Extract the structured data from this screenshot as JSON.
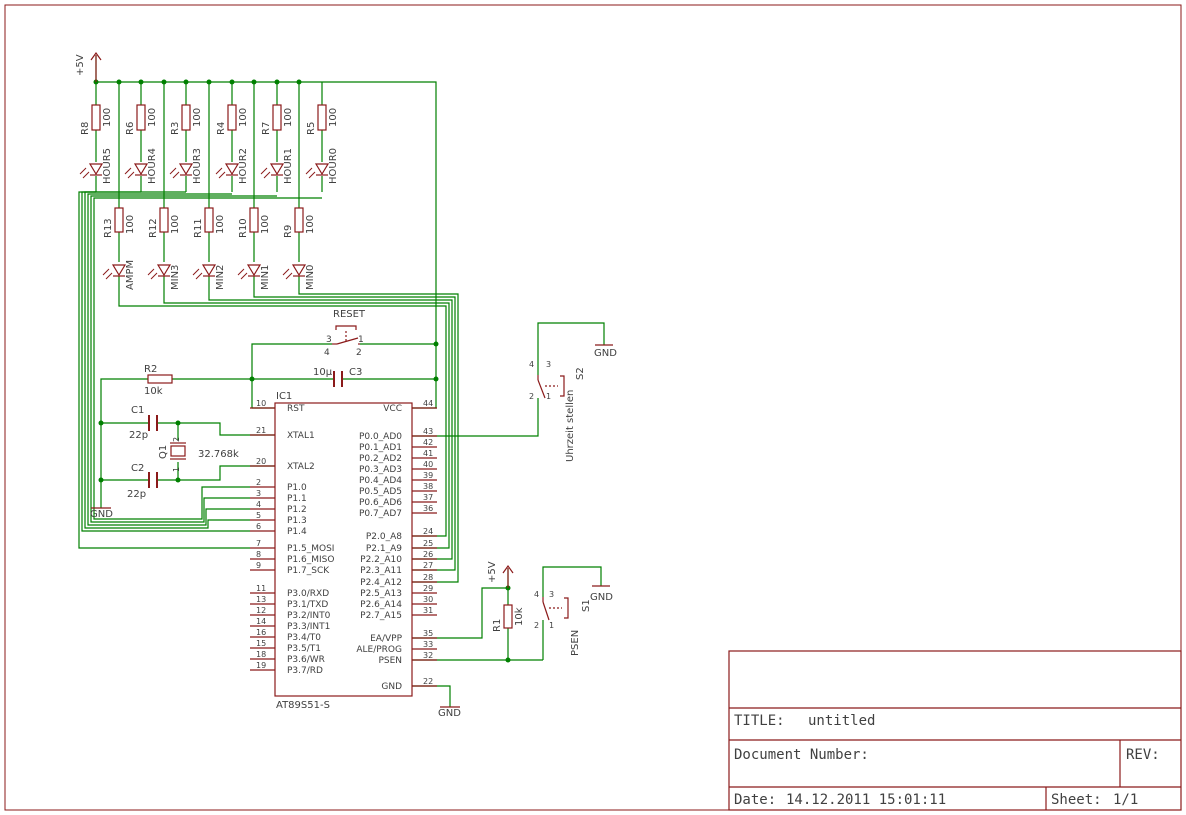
{
  "colors": {
    "frame": "#8b1a1a",
    "wire": "#008000",
    "text": "#404040",
    "junction": "#008000"
  },
  "power": {
    "vcc_label": "+5V",
    "gnd_label": "GND"
  },
  "hour_resistors": [
    {
      "name": "R8",
      "value": "100",
      "led": "HOUR5"
    },
    {
      "name": "R6",
      "value": "100",
      "led": "HOUR4"
    },
    {
      "name": "R3",
      "value": "100",
      "led": "HOUR3"
    },
    {
      "name": "R4",
      "value": "100",
      "led": "HOUR2"
    },
    {
      "name": "R7",
      "value": "100",
      "led": "HOUR1"
    },
    {
      "name": "R5",
      "value": "100",
      "led": "HOUR0"
    }
  ],
  "min_resistors": [
    {
      "name": "R13",
      "value": "100",
      "led": "AMPM"
    },
    {
      "name": "R12",
      "value": "100",
      "led": "MIN3"
    },
    {
      "name": "R11",
      "value": "100",
      "led": "MIN2"
    },
    {
      "name": "R10",
      "value": "100",
      "led": "MIN1"
    },
    {
      "name": "R9",
      "value": "100",
      "led": "MIN0"
    }
  ],
  "reset": {
    "label": "RESET",
    "pins": [
      "3",
      "4",
      "1",
      "2"
    ]
  },
  "c3": {
    "name": "C3",
    "value": "10µ"
  },
  "r2": {
    "name": "R2",
    "value": "10k"
  },
  "c1": {
    "name": "C1",
    "value": "22p"
  },
  "c2": {
    "name": "C2",
    "value": "22p"
  },
  "crystal": {
    "name": "Q1",
    "value": "32.768k",
    "pin1": "1",
    "pin2": "2"
  },
  "ic": {
    "name": "IC1",
    "part": "AT89S51-S",
    "left_pins": [
      {
        "num": "10",
        "label": "RST"
      },
      {
        "num": "21",
        "label": "XTAL1"
      },
      {
        "num": "20",
        "label": "XTAL2"
      },
      {
        "num": "2",
        "label": "P1.0"
      },
      {
        "num": "3",
        "label": "P1.1"
      },
      {
        "num": "4",
        "label": "P1.2"
      },
      {
        "num": "5",
        "label": "P1.3"
      },
      {
        "num": "6",
        "label": "P1.4"
      },
      {
        "num": "7",
        "label": "P1.5_MOSI"
      },
      {
        "num": "8",
        "label": "P1.6_MISO"
      },
      {
        "num": "9",
        "label": "P1.7_SCK"
      },
      {
        "num": "11",
        "label": "P3.0/RXD"
      },
      {
        "num": "13",
        "label": "P3.1/TXD"
      },
      {
        "num": "12",
        "label": "P3.2/INT0"
      },
      {
        "num": "14",
        "label": "P3.3/INT1"
      },
      {
        "num": "16",
        "label": "P3.4/T0"
      },
      {
        "num": "15",
        "label": "P3.5/T1"
      },
      {
        "num": "18",
        "label": "P3.6/WR"
      },
      {
        "num": "19",
        "label": "P3.7/RD"
      }
    ],
    "right_pins": [
      {
        "num": "44",
        "label": "VCC"
      },
      {
        "num": "43",
        "label": "P0.0_AD0"
      },
      {
        "num": "42",
        "label": "P0.1_AD1"
      },
      {
        "num": "41",
        "label": "P0.2_AD2"
      },
      {
        "num": "40",
        "label": "P0.3_AD3"
      },
      {
        "num": "39",
        "label": "P0.4_AD4"
      },
      {
        "num": "38",
        "label": "P0.5_AD5"
      },
      {
        "num": "37",
        "label": "P0.6_AD6"
      },
      {
        "num": "36",
        "label": "P0.7_AD7"
      },
      {
        "num": "24",
        "label": "P2.0_A8"
      },
      {
        "num": "25",
        "label": "P2.1_A9"
      },
      {
        "num": "26",
        "label": "P2.2_A10"
      },
      {
        "num": "27",
        "label": "P2.3_A11"
      },
      {
        "num": "28",
        "label": "P2.4_A12"
      },
      {
        "num": "29",
        "label": "P2.5_A13"
      },
      {
        "num": "30",
        "label": "P2.6_A14"
      },
      {
        "num": "31",
        "label": "P2.7_A15"
      },
      {
        "num": "35",
        "label": "EA/VPP"
      },
      {
        "num": "33",
        "label": "ALE/PROG"
      },
      {
        "num": "32",
        "label": "PSEN"
      },
      {
        "num": "22",
        "label": "GND"
      }
    ]
  },
  "s2": {
    "name": "S2",
    "label": "Uhrzeit stellen",
    "pins": [
      "4",
      "3",
      "2",
      "1"
    ]
  },
  "s1": {
    "name": "S1",
    "label": "PSEN",
    "pins": [
      "4",
      "3",
      "2",
      "1"
    ]
  },
  "r1": {
    "name": "R1",
    "value": "10k"
  },
  "title_block": {
    "title_label": "TITLE:",
    "title_value": "untitled",
    "docnum_label": "Document Number:",
    "rev_label": "REV:",
    "date_label": "Date:",
    "date_value": "14.12.2011 15:01:11",
    "sheet_label": "Sheet:",
    "sheet_value": "1/1"
  }
}
